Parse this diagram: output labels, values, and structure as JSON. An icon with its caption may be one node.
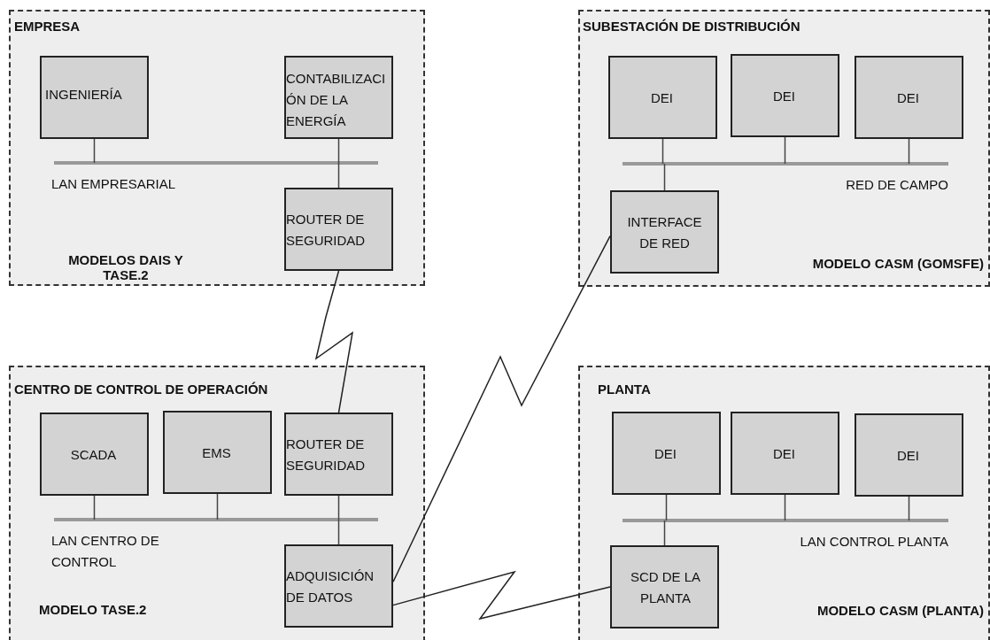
{
  "diagram": {
    "nodes": [
      {
        "text": [
          "EMPRESA",
          "MODELOS DAIS Y TASE.2"
        ]
      },
      {
        "text": [
          "INGENIERÍA"
        ],
        "in": 0
      },
      {
        "text": [
          "CONTABILIZACIÓN DE LA ENERGÍA"
        ],
        "in": 0
      },
      {
        "text": [],
        "shape": "bar",
        "beside": [
          "LAN EMPRESARIAL"
        ],
        "in": 0
      },
      {
        "text": [
          "ROUTER DE SEGURIDAD"
        ],
        "in": 0
      },
      {
        "text": [
          "SUBESTACIÓN DE DISTRIBUCIÓN",
          "MODELO CASM (GOMSFE)"
        ]
      },
      {
        "text": [
          "DEI"
        ],
        "in": 5
      },
      {
        "text": [
          "DEI"
        ],
        "in": 5
      },
      {
        "text": [
          "DEI"
        ],
        "in": 5
      },
      {
        "text": [],
        "shape": "bar",
        "beside": [
          "RED DE CAMPO"
        ],
        "in": 5
      },
      {
        "text": [
          "INTERFACE DE RED"
        ],
        "in": 5
      },
      {
        "text": [
          "CENTRO DE CONTROL DE OPERACIÓN",
          "MODELO TASE.2"
        ]
      },
      {
        "text": [
          "SCADA"
        ],
        "in": 11
      },
      {
        "text": [
          "EMS"
        ],
        "in": 11
      },
      {
        "text": [
          "ROUTER DE SEGURIDAD"
        ],
        "in": 11
      },
      {
        "text": [],
        "shape": "bar",
        "beside": [
          "LAN CENTRO DE CONTROL"
        ],
        "in": 11
      },
      {
        "text": [
          "ADQUISICIÓN DE DATOS"
        ],
        "in": 11
      },
      {
        "text": [
          "PLANTA",
          "MODELO CASM (PLANTA)"
        ]
      },
      {
        "text": [
          "DEI"
        ],
        "in": 17
      },
      {
        "text": [
          "DEI"
        ],
        "in": 17
      },
      {
        "text": [
          "DEI"
        ],
        "in": 17
      },
      {
        "text": [],
        "shape": "bar",
        "beside": [
          "LAN CONTROL PLANTA"
        ],
        "in": 17
      },
      {
        "text": [
          "SCD DE LA PLANTA"
        ],
        "in": 17
      }
    ],
    "edges": [
      {
        "from": 1,
        "to": 3,
        "arrow": "none"
      },
      {
        "from": 2,
        "to": 3,
        "arrow": "none"
      },
      {
        "from": 3,
        "to": 4,
        "arrow": "none"
      },
      {
        "from": 6,
        "to": 9,
        "arrow": "none"
      },
      {
        "from": 7,
        "to": 9,
        "arrow": "none"
      },
      {
        "from": 8,
        "to": 9,
        "arrow": "none"
      },
      {
        "from": 9,
        "to": 10,
        "arrow": "none"
      },
      {
        "from": 12,
        "to": 15,
        "arrow": "none"
      },
      {
        "from": 13,
        "to": 15,
        "arrow": "none"
      },
      {
        "from": 14,
        "to": 15,
        "arrow": "none"
      },
      {
        "from": 15,
        "to": 16,
        "arrow": "none"
      },
      {
        "from": 18,
        "to": 21,
        "arrow": "none"
      },
      {
        "from": 19,
        "to": 21,
        "arrow": "none"
      },
      {
        "from": 20,
        "to": 21,
        "arrow": "none"
      },
      {
        "from": 21,
        "to": 22,
        "arrow": "none"
      },
      {
        "from": 4,
        "to": 14,
        "arrow": "none"
      },
      {
        "from": 16,
        "to": 10,
        "arrow": "none"
      },
      {
        "from": 16,
        "to": 22,
        "arrow": "none"
      }
    ]
  }
}
